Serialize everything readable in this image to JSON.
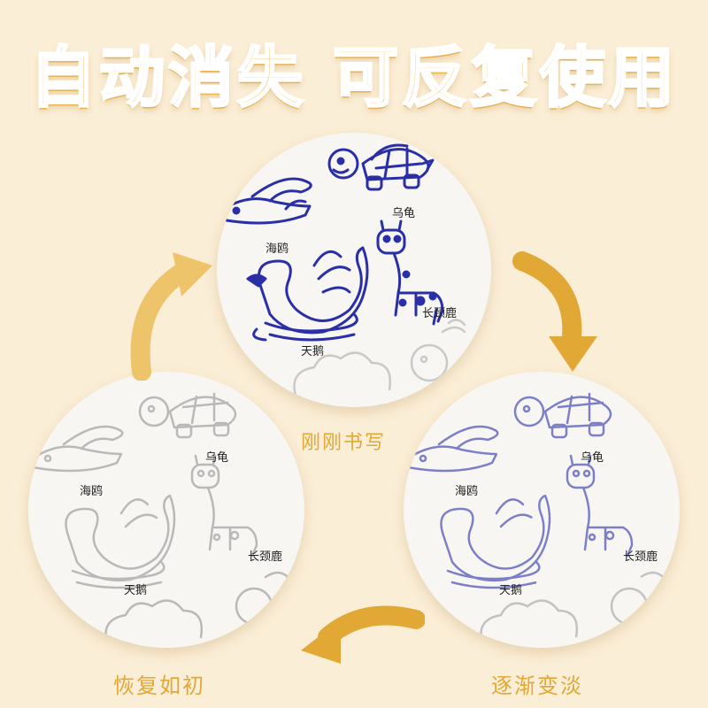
{
  "headline": "自动消失 可反复使用",
  "stages": {
    "written": "刚刚书写",
    "fading": "逐渐变淡",
    "restored": "恢复如初"
  },
  "animals": {
    "seagull": "海鸥",
    "turtle": "乌龟",
    "swan": "天鹅",
    "giraffe": "长颈鹿"
  },
  "colors": {
    "background": "#fbeed6",
    "accent": "#e1a836",
    "ink_fresh": "#2a2fa8",
    "ink_fading": "#7c7fc8",
    "ink_outline": "#b9b9b9"
  }
}
